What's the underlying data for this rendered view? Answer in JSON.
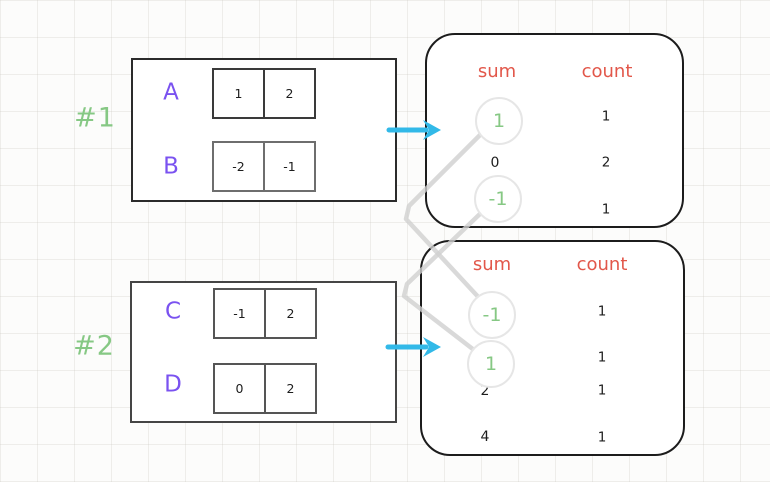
{
  "colors": {
    "purple": "#7a52f0",
    "green": "#86c884",
    "orange": "#e2574a",
    "cyan": "#32b9e8",
    "connector": "#cfcfcf",
    "circle_stroke": "#e6e6e6",
    "ink": "#1d1d1d"
  },
  "groups": [
    {
      "id": "#1",
      "rows": [
        {
          "label": "A",
          "cells": [
            "1",
            "2"
          ]
        },
        {
          "label": "B",
          "cells": [
            "-2",
            "-1"
          ]
        }
      ]
    },
    {
      "id": "#2",
      "rows": [
        {
          "label": "C",
          "cells": [
            "-1",
            "2"
          ]
        },
        {
          "label": "D",
          "cells": [
            "0",
            "2"
          ]
        }
      ]
    }
  ],
  "tables": [
    {
      "sum_header": "sum",
      "count_header": "count",
      "rows": [
        {
          "sum": "1",
          "count": "1",
          "highlighted": true
        },
        {
          "sum": "0",
          "count": "2",
          "highlighted": false
        },
        {
          "sum": "-1",
          "count": "1",
          "highlighted": true
        }
      ]
    },
    {
      "sum_header": "sum",
      "count_header": "count",
      "rows": [
        {
          "sum": "-1",
          "count": "1",
          "highlighted": true
        },
        {
          "sum": "1",
          "count": "1",
          "highlighted": true
        },
        {
          "sum": "2",
          "count": "1",
          "highlighted": false
        },
        {
          "sum": "4",
          "count": "1",
          "highlighted": false
        }
      ]
    }
  ],
  "icons": {
    "arrow_1": "arrow-right",
    "arrow_2": "arrow-right"
  }
}
